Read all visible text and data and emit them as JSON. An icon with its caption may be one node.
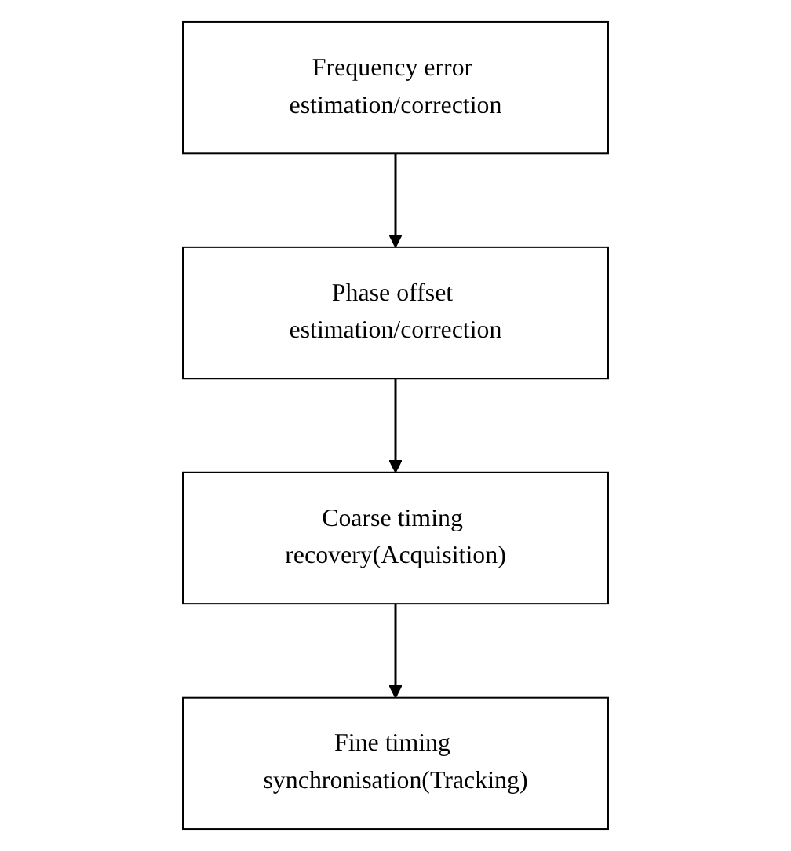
{
  "diagram": {
    "nodes": [
      {
        "text": [
          "Frequency error estimation/correction"
        ]
      },
      {
        "text": [
          "Phase offset estimation/correction"
        ]
      },
      {
        "text": [
          "Coarse timing recovery(Acquisition)"
        ]
      },
      {
        "text": [
          "Fine timing synchronisation(Tracking)"
        ]
      }
    ],
    "edges": [
      {
        "from": 0,
        "to": 1,
        "arrow": "to"
      },
      {
        "from": 1,
        "to": 2,
        "arrow": "to"
      },
      {
        "from": 2,
        "to": 3,
        "arrow": "to"
      }
    ]
  }
}
